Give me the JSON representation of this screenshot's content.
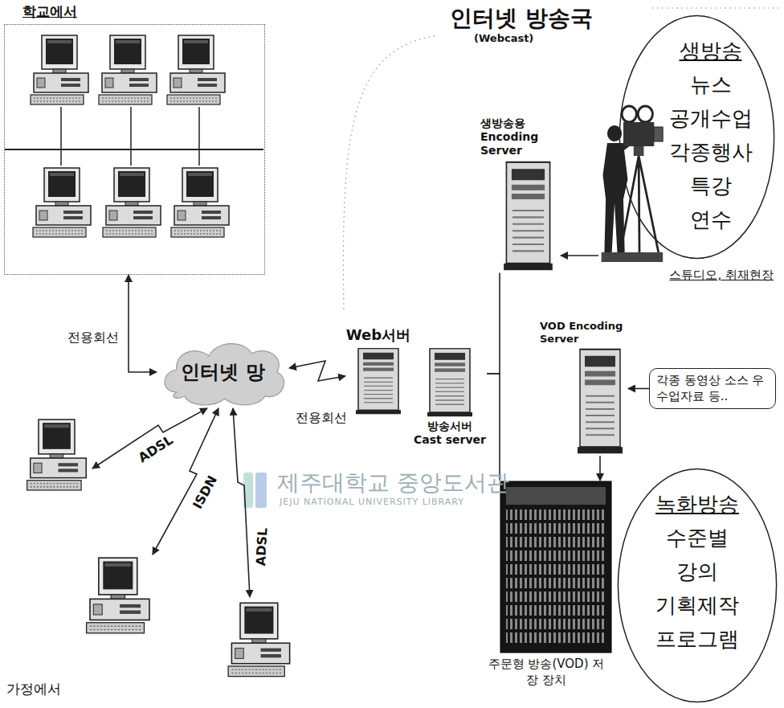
{
  "diagram": {
    "title": "인터넷 방송국",
    "nodes": [
      {
        "text": [
          "학교에서"
        ]
      },
      {
        "text": [
          "인터넷 망"
        ]
      },
      {
        "text": [
          "Web서버"
        ]
      },
      {
        "text": [
          "방송서버 Cast server"
        ]
      },
      {
        "text": [
          "생방송용 Encoding Server"
        ]
      },
      {
        "text": [
          "생방송",
          "뉴스 공개수업 각종행사 특강 연수"
        ]
      },
      {
        "text": [
          "스튜디오, 취재현장"
        ]
      },
      {
        "text": [
          "VOD Encoding Server"
        ]
      },
      {
        "text": [
          "각종 동영상 소스 우수업자료 등.."
        ]
      },
      {
        "text": [
          "주문형 방송(VOD) 저장 장치"
        ]
      },
      {
        "text": [
          "녹화방송",
          "수준별 강의 기획제작 프로그램"
        ]
      }
    ],
    "edges": [
      {
        "from": 1,
        "to": 0,
        "arrow": "both",
        "label": "전용회선"
      },
      {
        "from": 1,
        "to": 2,
        "arrow": "both",
        "label": "전용회선"
      },
      {
        "from": 3,
        "to": 4,
        "arrow": "none"
      },
      {
        "from": 3,
        "to": 9,
        "arrow": "none"
      },
      {
        "from": 6,
        "to": 4,
        "arrow": "to"
      },
      {
        "from": 8,
        "to": 7,
        "arrow": "to"
      },
      {
        "from": 7,
        "to": 9,
        "arrow": "to"
      }
    ],
    "labels": [
      "(Webcast)",
      "ADSL",
      "ISDN",
      "ADSL",
      "제주대학교 중앙도서관",
      "JEJU NATIONAL UNIVERSITY LIBRARY",
      "가정에서"
    ]
  }
}
